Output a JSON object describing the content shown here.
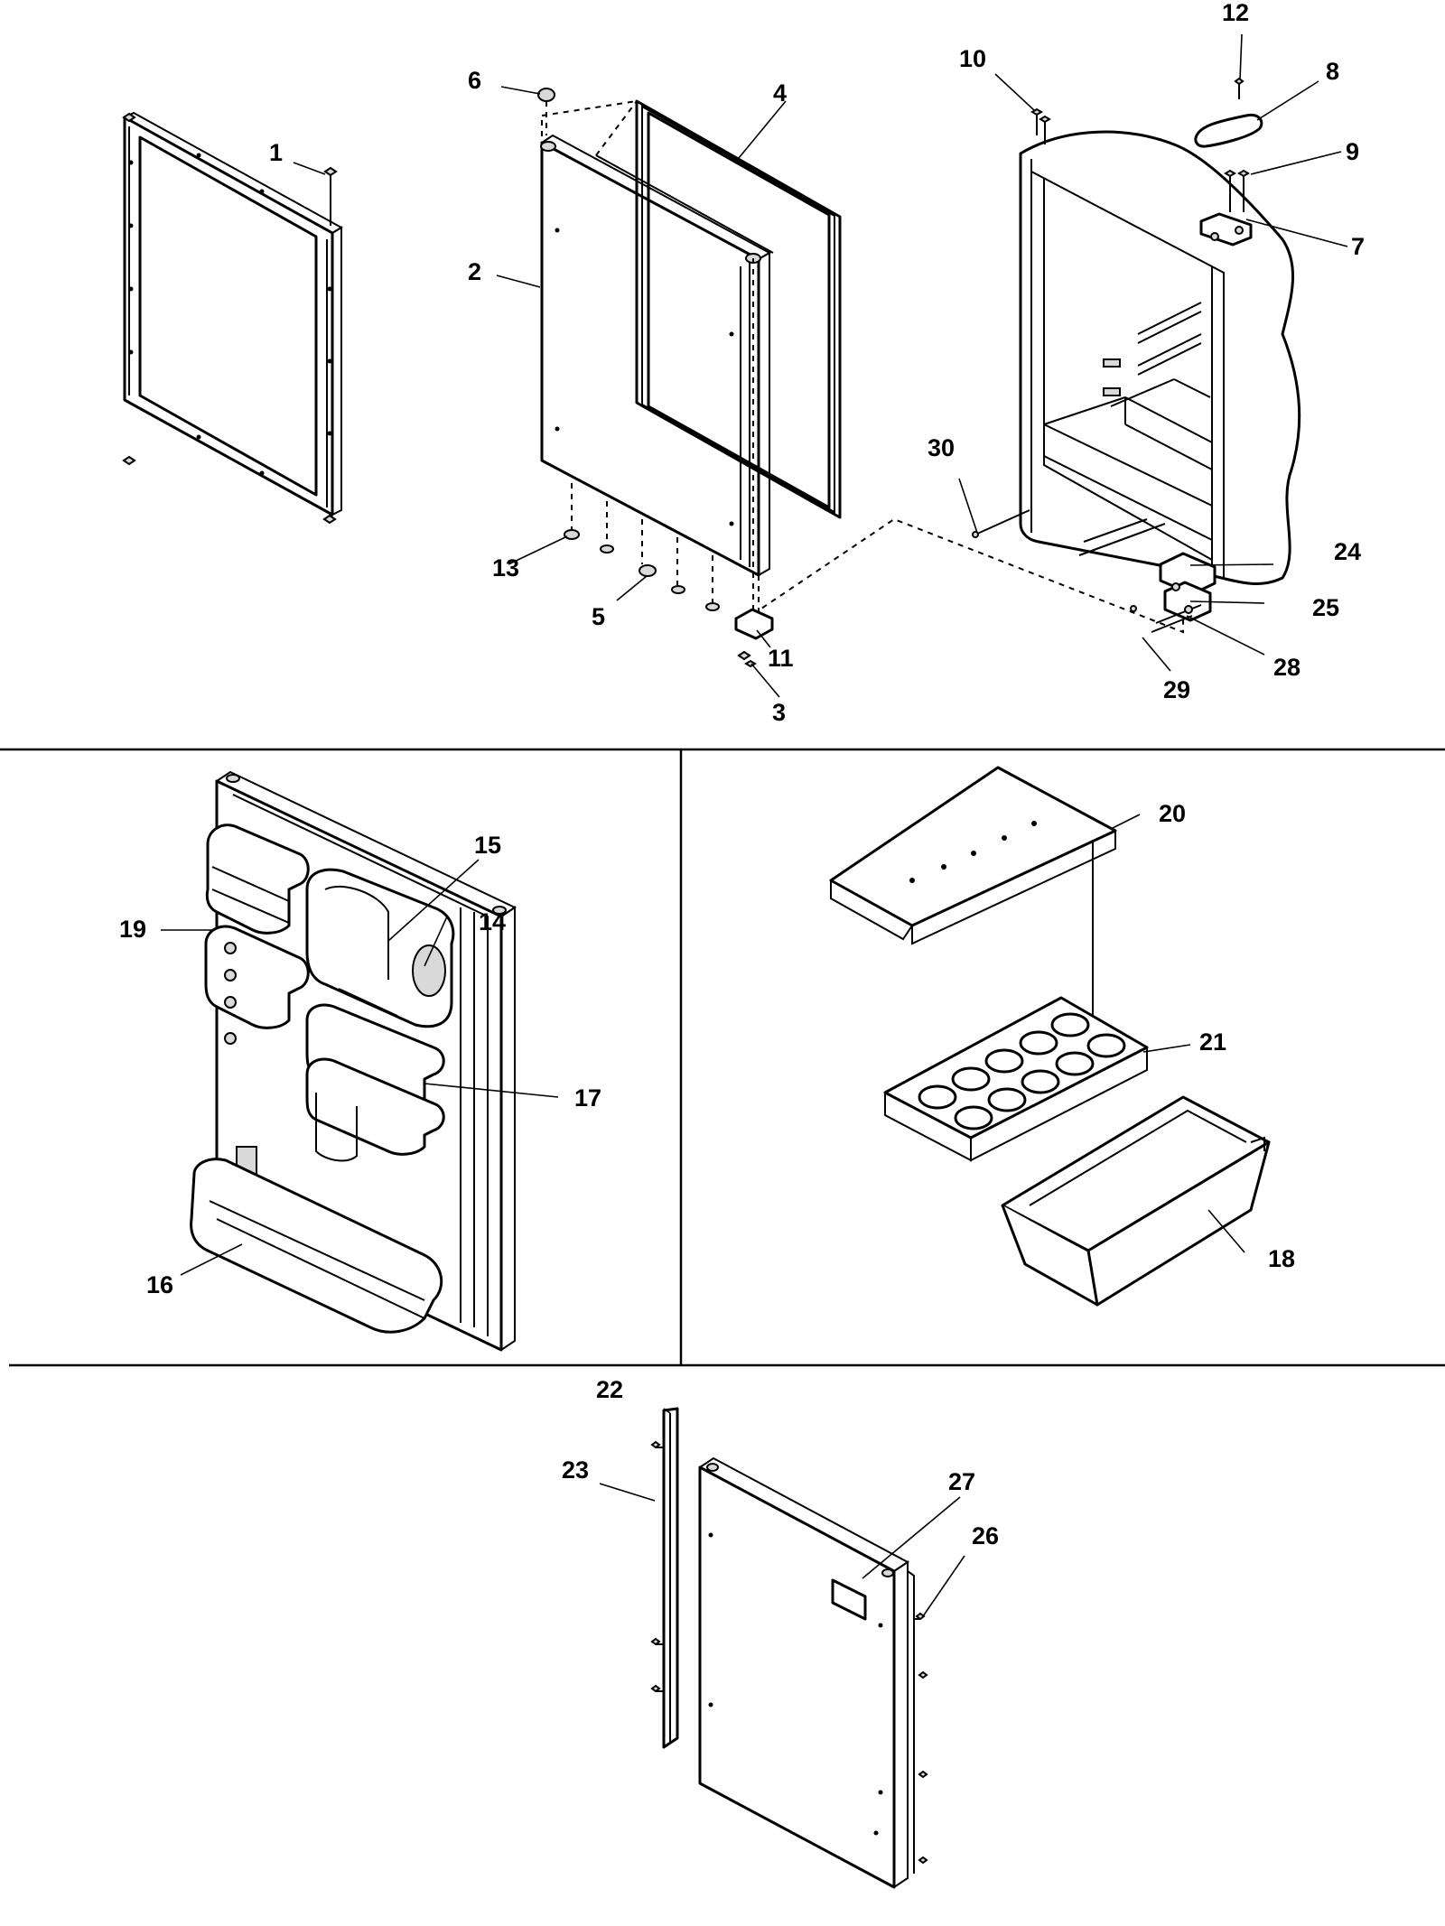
{
  "colors": {
    "line": "#000000",
    "background": "#ffffff",
    "shade": "#d9d9d9"
  },
  "callouts": [
    {
      "id": "1",
      "label": "1"
    },
    {
      "id": "2",
      "label": "2"
    },
    {
      "id": "3",
      "label": "3"
    },
    {
      "id": "4",
      "label": "4"
    },
    {
      "id": "5",
      "label": "5"
    },
    {
      "id": "6",
      "label": "6"
    },
    {
      "id": "7",
      "label": "7"
    },
    {
      "id": "8",
      "label": "8"
    },
    {
      "id": "9",
      "label": "9"
    },
    {
      "id": "10",
      "label": "10"
    },
    {
      "id": "11",
      "label": "11"
    },
    {
      "id": "12",
      "label": "12"
    },
    {
      "id": "13",
      "label": "13"
    },
    {
      "id": "14",
      "label": "14"
    },
    {
      "id": "15",
      "label": "15"
    },
    {
      "id": "16",
      "label": "16"
    },
    {
      "id": "17",
      "label": "17"
    },
    {
      "id": "18",
      "label": "18"
    },
    {
      "id": "19",
      "label": "19"
    },
    {
      "id": "20",
      "label": "20"
    },
    {
      "id": "21",
      "label": "21"
    },
    {
      "id": "22",
      "label": "22"
    },
    {
      "id": "23",
      "label": "23"
    },
    {
      "id": "24",
      "label": "24"
    },
    {
      "id": "25",
      "label": "25"
    },
    {
      "id": "26",
      "label": "26"
    },
    {
      "id": "27",
      "label": "27"
    },
    {
      "id": "28",
      "label": "28"
    },
    {
      "id": "29",
      "label": "29"
    },
    {
      "id": "30",
      "label": "30"
    }
  ]
}
